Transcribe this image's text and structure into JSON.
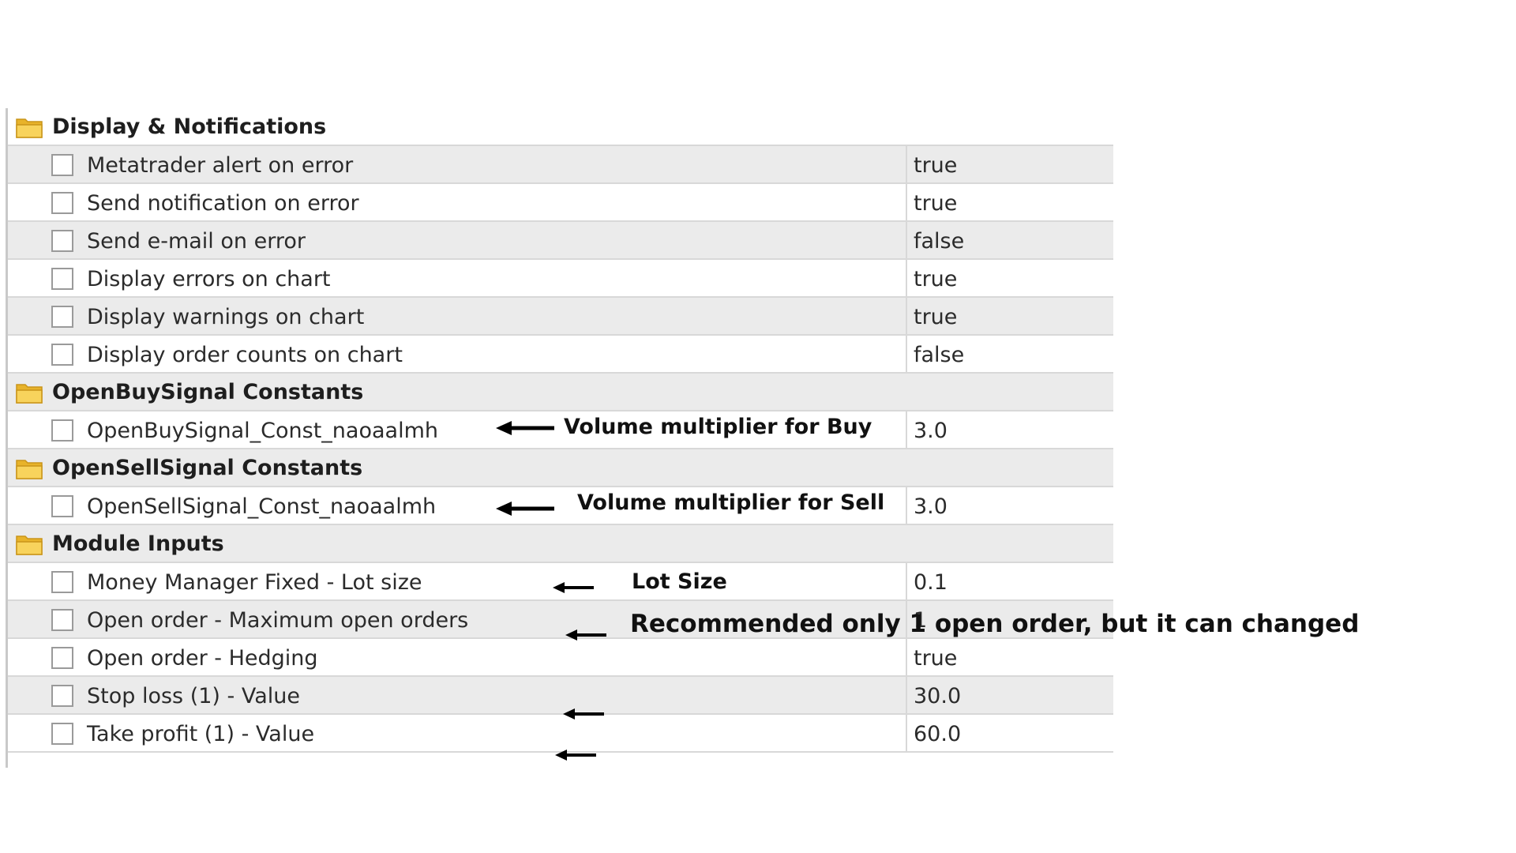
{
  "groups": [
    {
      "title": "Display & Notifications",
      "params": [
        {
          "label": "Metatrader alert on error",
          "value": "true"
        },
        {
          "label": "Send notification on error",
          "value": "true"
        },
        {
          "label": "Send e-mail on error",
          "value": "false"
        },
        {
          "label": "Display errors on chart",
          "value": "true"
        },
        {
          "label": "Display warnings on chart",
          "value": "true"
        },
        {
          "label": "Display order counts on chart",
          "value": "false"
        }
      ]
    },
    {
      "title": "OpenBuySignal Constants",
      "params": [
        {
          "label": "OpenBuySignal_Const_naoaalmh",
          "value": "3.0"
        }
      ]
    },
    {
      "title": "OpenSellSignal Constants",
      "params": [
        {
          "label": "OpenSellSignal_Const_naoaalmh",
          "value": "3.0"
        }
      ]
    },
    {
      "title": "Module Inputs",
      "params": [
        {
          "label": "Money Manager Fixed - Lot size",
          "value": "0.1"
        },
        {
          "label": "Open order - Maximum open orders",
          "value": "1"
        },
        {
          "label": "Open order - Hedging",
          "value": "true"
        },
        {
          "label": "Stop loss (1) - Value",
          "value": "30.0"
        },
        {
          "label": "Take profit (1) - Value",
          "value": "60.0"
        }
      ]
    }
  ],
  "annotations": {
    "buy": "Volume multiplier for Buy",
    "sell": "Volume multiplier for Sell",
    "lot": "Lot Size",
    "max_orders": "Recommended only 1 open order, but it can changed"
  },
  "colors": {
    "folder": "#f5c842",
    "row_alt": "#ebebeb",
    "grid_line": "#d8d8d8"
  }
}
